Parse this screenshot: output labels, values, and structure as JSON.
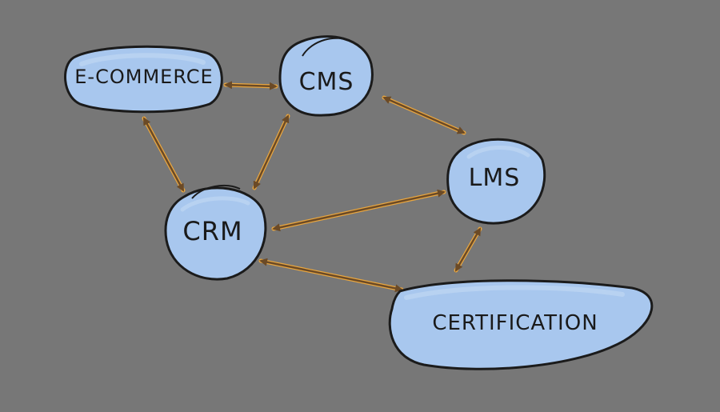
{
  "diagram": {
    "nodes": [
      {
        "id": "ecommerce",
        "label": "E-COMMERCE"
      },
      {
        "id": "cms",
        "label": "CMS"
      },
      {
        "id": "lms",
        "label": "LMS"
      },
      {
        "id": "crm",
        "label": "CRM"
      },
      {
        "id": "certification",
        "label": "CERTIFICATION"
      }
    ],
    "edges": [
      {
        "from": "ecommerce",
        "to": "cms",
        "bidirectional": true
      },
      {
        "from": "ecommerce",
        "to": "crm",
        "bidirectional": true
      },
      {
        "from": "cms",
        "to": "crm",
        "bidirectional": true
      },
      {
        "from": "cms",
        "to": "lms",
        "bidirectional": true
      },
      {
        "from": "crm",
        "to": "lms",
        "bidirectional": true
      },
      {
        "from": "crm",
        "to": "certification",
        "bidirectional": true
      },
      {
        "from": "lms",
        "to": "certification",
        "bidirectional": true
      }
    ],
    "colors": {
      "background": "#777777",
      "node_fill": "#a8c7ee",
      "node_fill_light": "#c3d8f3",
      "node_stroke": "#1b1b1b",
      "arrow": "#6b4a26",
      "arrow_glow": "#e8a640"
    }
  }
}
